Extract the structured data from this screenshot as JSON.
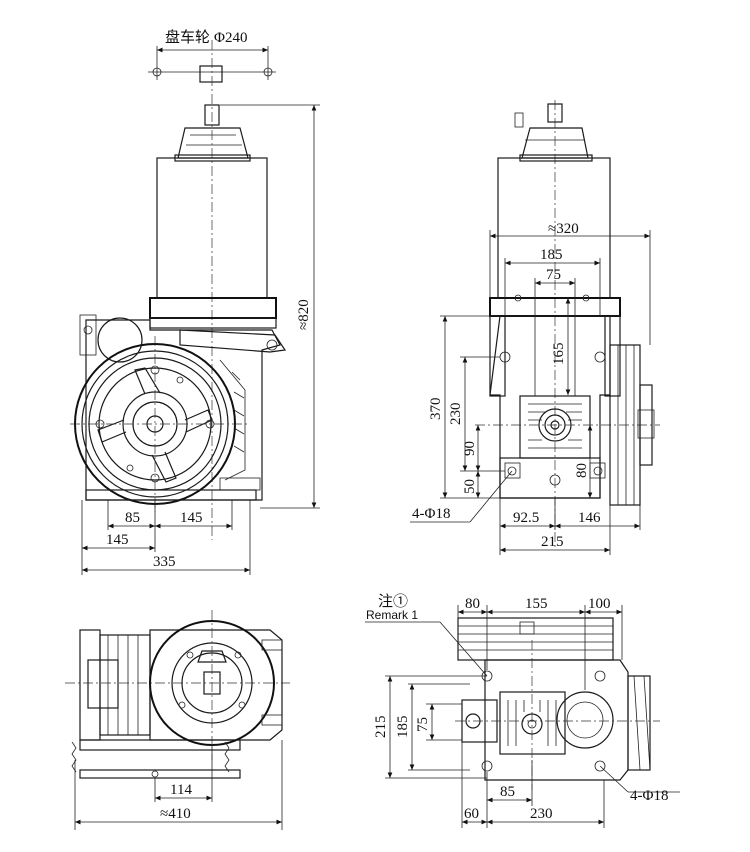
{
  "front_view": {
    "handwheel_label": "盘车轮",
    "handwheel_dim": "Φ240",
    "height_dim": "≈820",
    "dim_85": "85",
    "dim_145_a": "145",
    "dim_145_b": "145",
    "dim_335": "335"
  },
  "side_view": {
    "dim_320": "≈320",
    "dim_185": "185",
    "dim_75": "75",
    "dim_165": "165",
    "dim_370": "370",
    "dim_230": "230",
    "dim_90": "90",
    "dim_50": "50",
    "dim_80": "80",
    "holes": "4-Φ18",
    "dim_92_5": "92.5",
    "dim_146": "146",
    "dim_215": "215"
  },
  "top_view": {
    "dim_114": "114",
    "dim_410": "≈410"
  },
  "bottom_view": {
    "note_label": "注①",
    "remark_label": "Remark 1",
    "dim_80": "80",
    "dim_155": "155",
    "dim_100": "100",
    "dim_215": "215",
    "dim_185": "185",
    "dim_75": "75",
    "holes": "4-Φ18",
    "dim_85": "85",
    "dim_60": "60",
    "dim_230": "230"
  }
}
